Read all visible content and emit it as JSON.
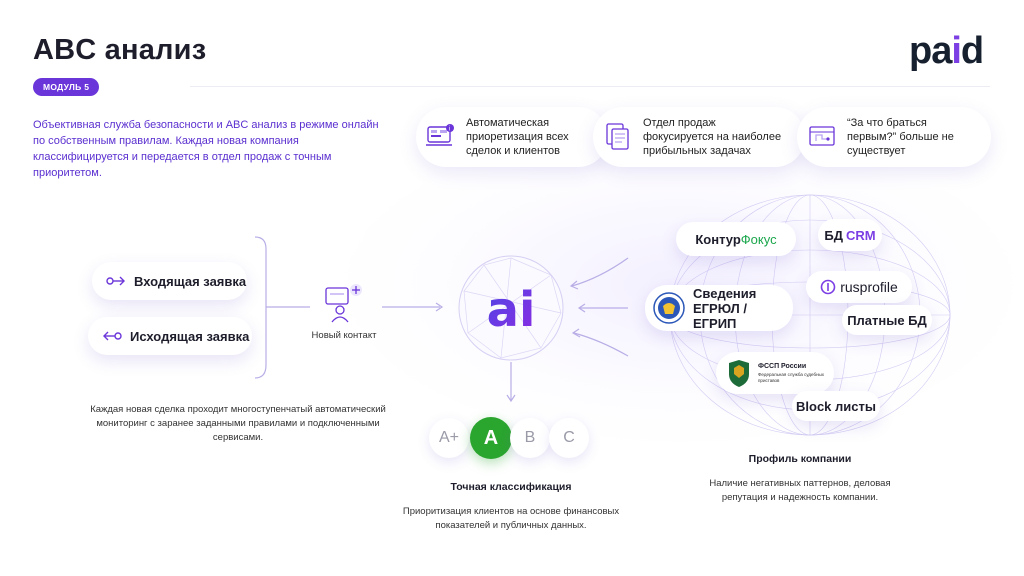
{
  "header": {
    "title": "ABC анализ",
    "logo_main": "pa",
    "logo_i": "i",
    "logo_end": "d",
    "module_badge": "МОДУЛЬ 5"
  },
  "intro": {
    "text": "Объективная служба безопасности и ABC анализ в режиме онлайн по собственным правилам. Каждая новая компания классифицируется и передается в отдел продаж с точным приоритетом."
  },
  "features": [
    {
      "icon": "dashboard-icon",
      "text": "Автоматическая приоретизация всех сделок и клиентов"
    },
    {
      "icon": "documents-icon",
      "text": "Отдел продаж фокусируется на наиболее прибыльных задачах"
    },
    {
      "icon": "blueprint-icon",
      "text": "“За что браться первым?” больше не существует"
    }
  ],
  "requests": {
    "incoming": "Входящая заявка",
    "outgoing": "Исходящая заявка"
  },
  "new_contact": "Новый контакт",
  "left_caption": "Каждая новая сделка проходит многоступенчатый автоматический мониторинг с заранее заданными правилами и подключенными сервисами.",
  "ai_label": "ai",
  "grades": [
    "A+",
    "A",
    "B",
    "C"
  ],
  "classification": {
    "title": "Точная классификация",
    "caption": "Приоритизация клиентов на основе финансовых показателей и публичных данных."
  },
  "sources": {
    "kontur_a": "Контур",
    "kontur_b": "Фокус",
    "crm_a": "БД ",
    "crm_b": "CRM",
    "egrul": "Сведения ЕГРЮЛ / ЕГРИП",
    "rusprofile": "rusprofile",
    "paid_db": "Платные БД",
    "fssp_title": "ФССП России",
    "fssp_sub": "Федеральная служба судебных приставов",
    "block": "Block листы"
  },
  "profile": {
    "title": "Профиль компании",
    "caption": "Наличие негативных паттернов, деловая репутация и надежность компании."
  },
  "colors": {
    "accent": "#6a35d9",
    "green": "#2aa52e",
    "kontur_green": "#1aa64b",
    "crm_purple": "#7b3fe4"
  }
}
